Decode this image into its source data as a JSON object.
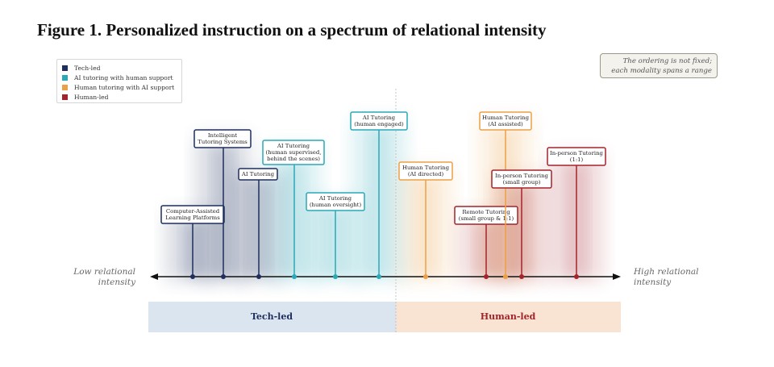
{
  "title": "Figure 1. Personalized instruction on a spectrum of relational intensity",
  "legend": [
    {
      "label": "Tech-led",
      "color": "#1f2e5c"
    },
    {
      "label": "AI tutoring with human support",
      "color": "#2aa8b8"
    },
    {
      "label": "Human tutoring with AI support",
      "color": "#eca046"
    },
    {
      "label": "Human-led",
      "color": "#a3242a"
    }
  ],
  "note": [
    "The ordering is not fixed;",
    "each modality spans a range"
  ],
  "axis": {
    "left": [
      "Low relational",
      "intensity"
    ],
    "right": [
      "High relational",
      "intensity"
    ]
  },
  "bands": [
    {
      "label": "Tech-led",
      "color": "#1f2e5c"
    },
    {
      "label": "Human-led",
      "color": "#a3242a"
    }
  ],
  "modalities": [
    {
      "lines": [
        "Computer-Assisted",
        "Learning Platforms"
      ],
      "group": 0
    },
    {
      "lines": [
        "Intelligent",
        "Tutoring Systems"
      ],
      "group": 0
    },
    {
      "lines": [
        "AI Tutoring"
      ],
      "group": 0
    },
    {
      "lines": [
        "AI Tutoring",
        "(human supervised,",
        "behind the scenes)"
      ],
      "group": 1
    },
    {
      "lines": [
        "AI Tutoring",
        "(human oversight)"
      ],
      "group": 1
    },
    {
      "lines": [
        "AI Tutoring",
        "(human engaged)"
      ],
      "group": 1
    },
    {
      "lines": [
        "Human Tutoring",
        "(AI directed)"
      ],
      "group": 2
    },
    {
      "lines": [
        "Remote Tutoring",
        "(small group & 1:1)"
      ],
      "group": 3
    },
    {
      "lines": [
        "Human Tutoring",
        "(AI assisted)"
      ],
      "group": 2
    },
    {
      "lines": [
        "In-person Tutoring",
        "(small group)"
      ],
      "group": 3
    },
    {
      "lines": [
        "In-person Tutoring",
        "(1:1)"
      ],
      "group": 3
    }
  ]
}
